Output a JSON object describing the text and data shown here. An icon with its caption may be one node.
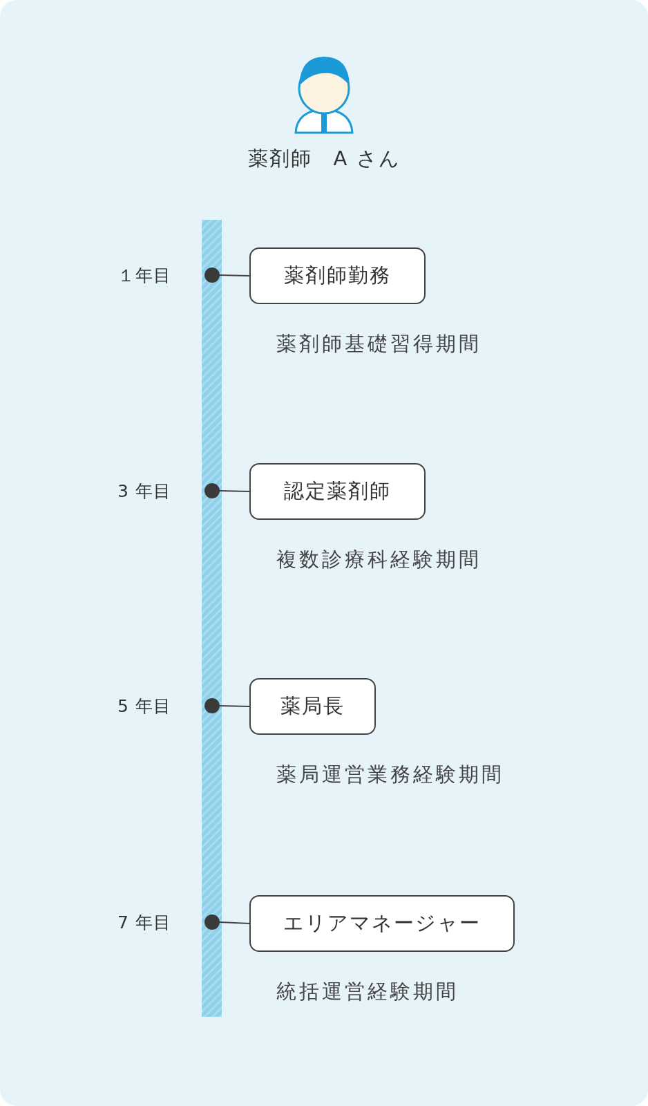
{
  "diagram": {
    "title": "薬剤師　A さん",
    "nodes": [
      {
        "text": [],
        "shape": "circle",
        "beside": [
          "１年目"
        ]
      },
      {
        "text": [
          "薬剤師勤務"
        ],
        "beside": [
          "薬剤師基礎習得期間"
        ]
      },
      {
        "text": [],
        "shape": "circle",
        "beside": [
          "3 年目"
        ]
      },
      {
        "text": [
          "認定薬剤師"
        ],
        "beside": [
          "複数診療科経験期間"
        ]
      },
      {
        "text": [],
        "shape": "circle",
        "beside": [
          "5 年目"
        ]
      },
      {
        "text": [
          "薬局長"
        ],
        "beside": [
          "薬局運営業務経験期間"
        ]
      },
      {
        "text": [],
        "shape": "circle",
        "beside": [
          "7 年目"
        ]
      },
      {
        "text": [
          "エリアマネージャー"
        ],
        "beside": [
          "統括運営経験期間"
        ]
      }
    ],
    "edges": [
      {
        "from": 0,
        "to": 1,
        "arrow": "none"
      },
      {
        "from": 2,
        "to": 3,
        "arrow": "none"
      },
      {
        "from": 4,
        "to": 5,
        "arrow": "none"
      },
      {
        "from": 6,
        "to": 7,
        "arrow": "none"
      }
    ]
  }
}
